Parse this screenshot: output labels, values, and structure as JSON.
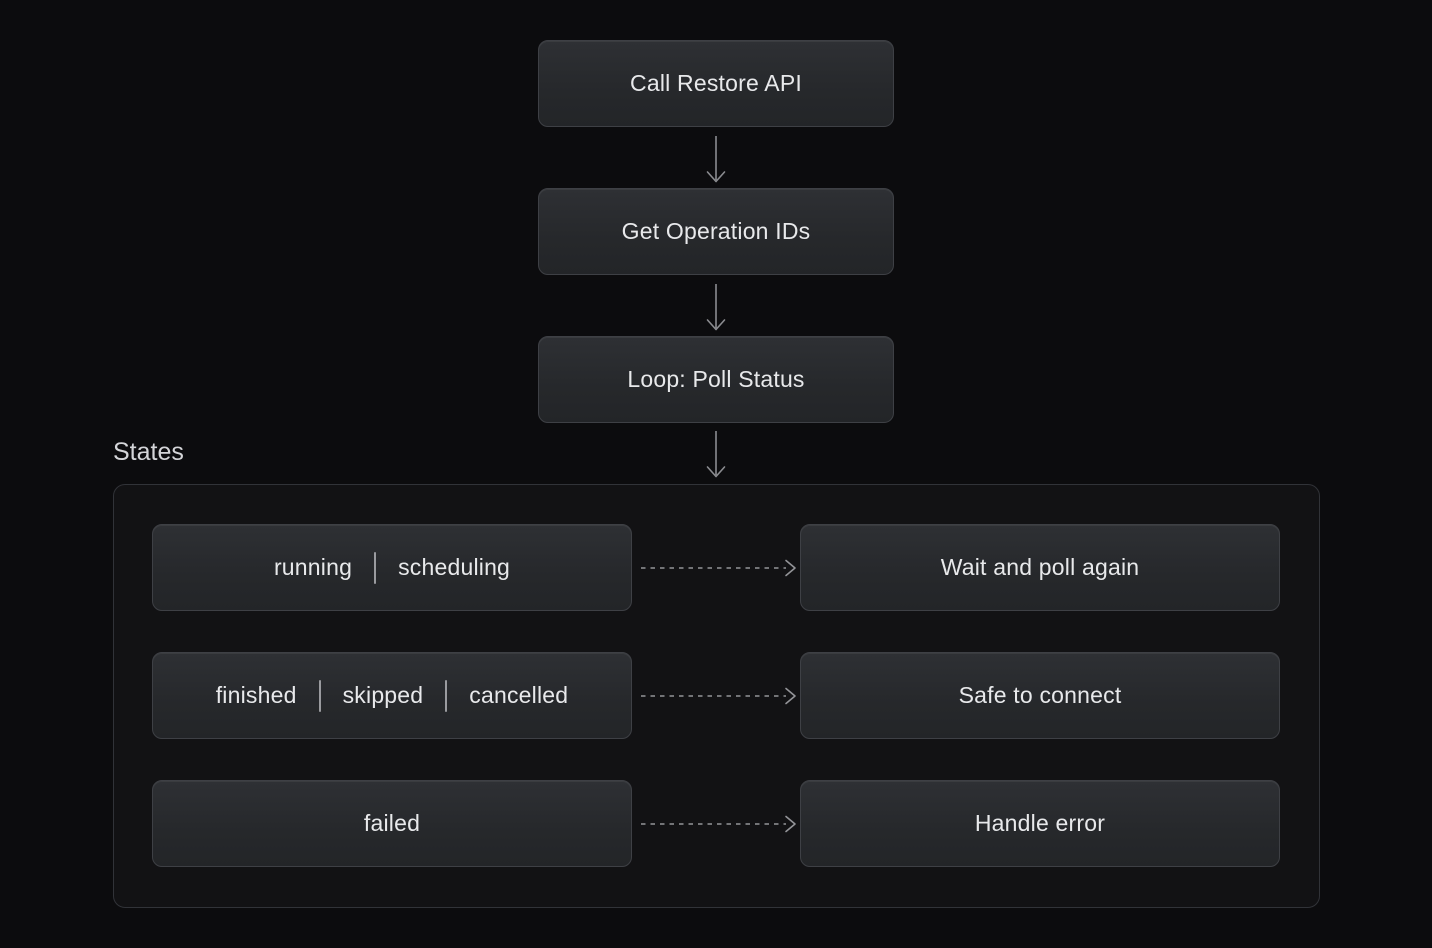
{
  "flow": {
    "nodes": [
      {
        "label": "Call Restore API"
      },
      {
        "label": "Get Operation IDs"
      },
      {
        "label": "Loop: Poll Status"
      }
    ]
  },
  "states_section": {
    "title": "States",
    "rows": [
      {
        "states": [
          "running",
          "scheduling"
        ],
        "action": "Wait and poll again"
      },
      {
        "states": [
          "finished",
          "skipped",
          "cancelled"
        ],
        "action": "Safe to connect"
      },
      {
        "states": [
          "failed"
        ],
        "action": "Handle error"
      }
    ]
  },
  "icons": {
    "vertical_connector": "arrow-down-icon",
    "horizontal_connector": "dashed-arrow-right-icon"
  },
  "colors": {
    "page_background": "#0c0c0e",
    "container_background": "#121214",
    "container_border": "#313338",
    "node_background_top": "#2e3034",
    "node_background_bottom": "#232528",
    "node_border": "#3e4045",
    "node_text": "#e8e9eb",
    "label_text": "#d4d5d8",
    "solid_arrow": "#8b8c90",
    "dashed_arrow": "#939498",
    "divider": "#9a9b9f"
  }
}
